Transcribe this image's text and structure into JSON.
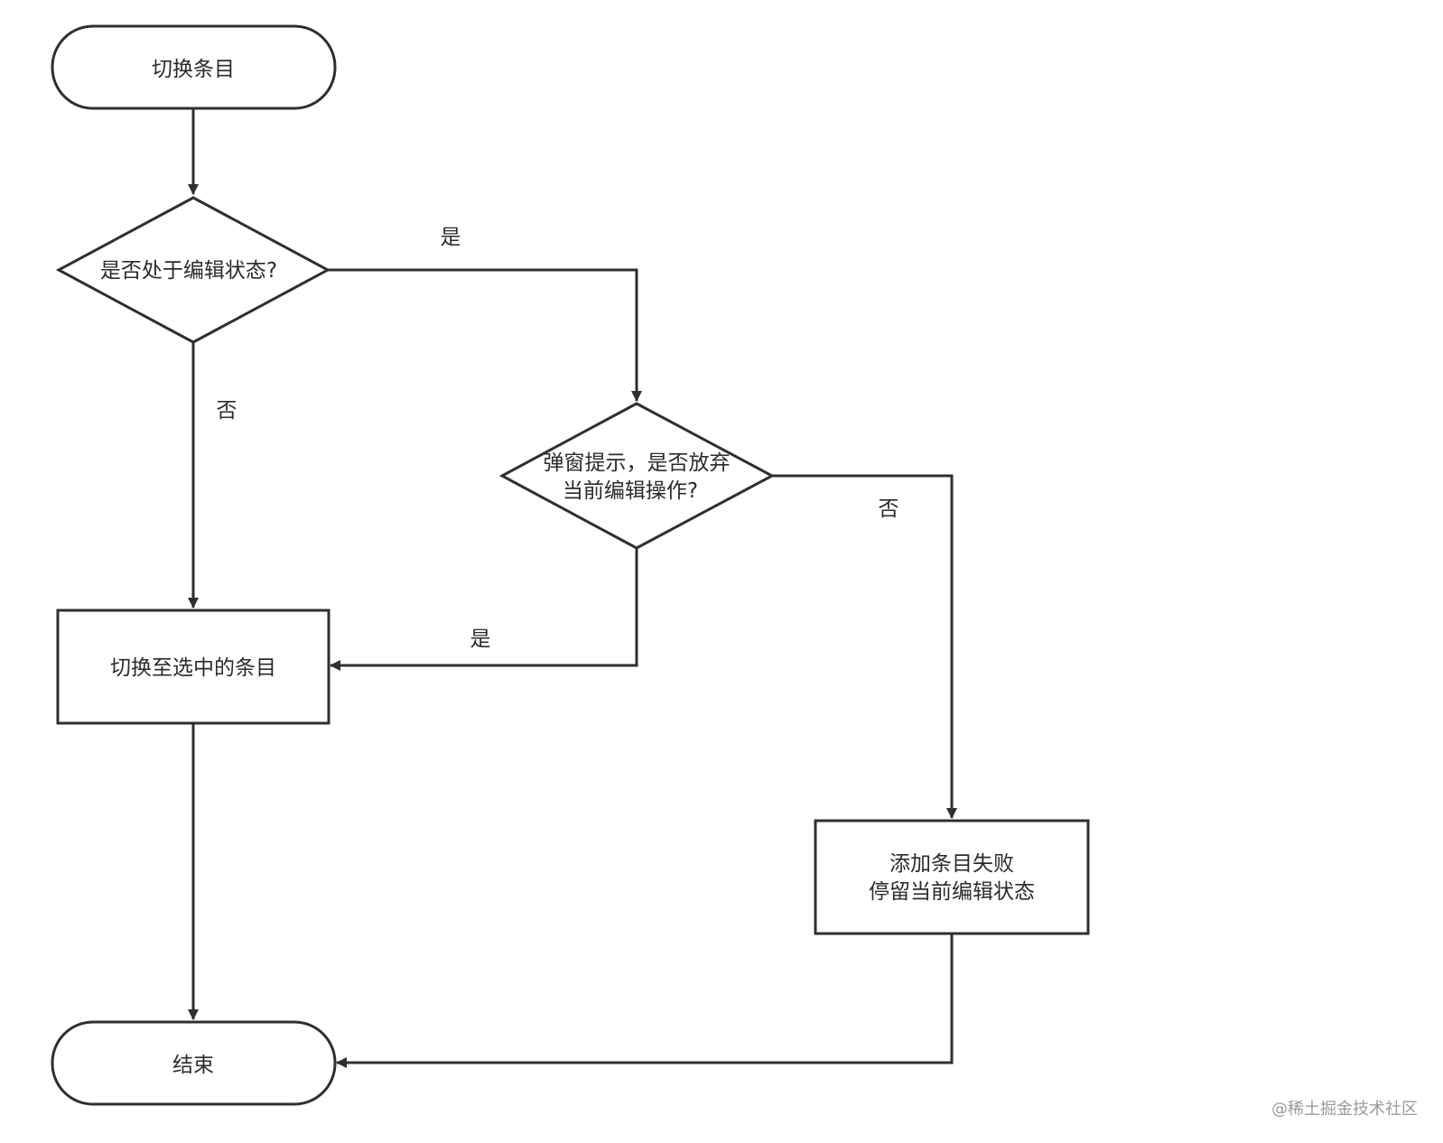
{
  "diagram": {
    "nodes": {
      "start": {
        "label": "切换条目"
      },
      "decision_editing": {
        "label": "是否处于编辑状态?"
      },
      "decision_discard": {
        "line1": "弹窗提示，是否放弃",
        "line2": "当前编辑操作?"
      },
      "process_switch": {
        "label": "切换至选中的条目"
      },
      "process_fail": {
        "line1": "添加条目失败",
        "line2": "停留当前编辑状态"
      },
      "end": {
        "label": "结束"
      }
    },
    "edge_labels": {
      "editing_yes": "是",
      "editing_no": "否",
      "discard_no": "否",
      "discard_yes": "是"
    }
  },
  "watermark": "@稀土掘金技术社区",
  "colors": {
    "stroke": "#2f2f2f",
    "text": "#2b2b2b",
    "watermark": "#9a9a9a",
    "background": "#ffffff"
  }
}
